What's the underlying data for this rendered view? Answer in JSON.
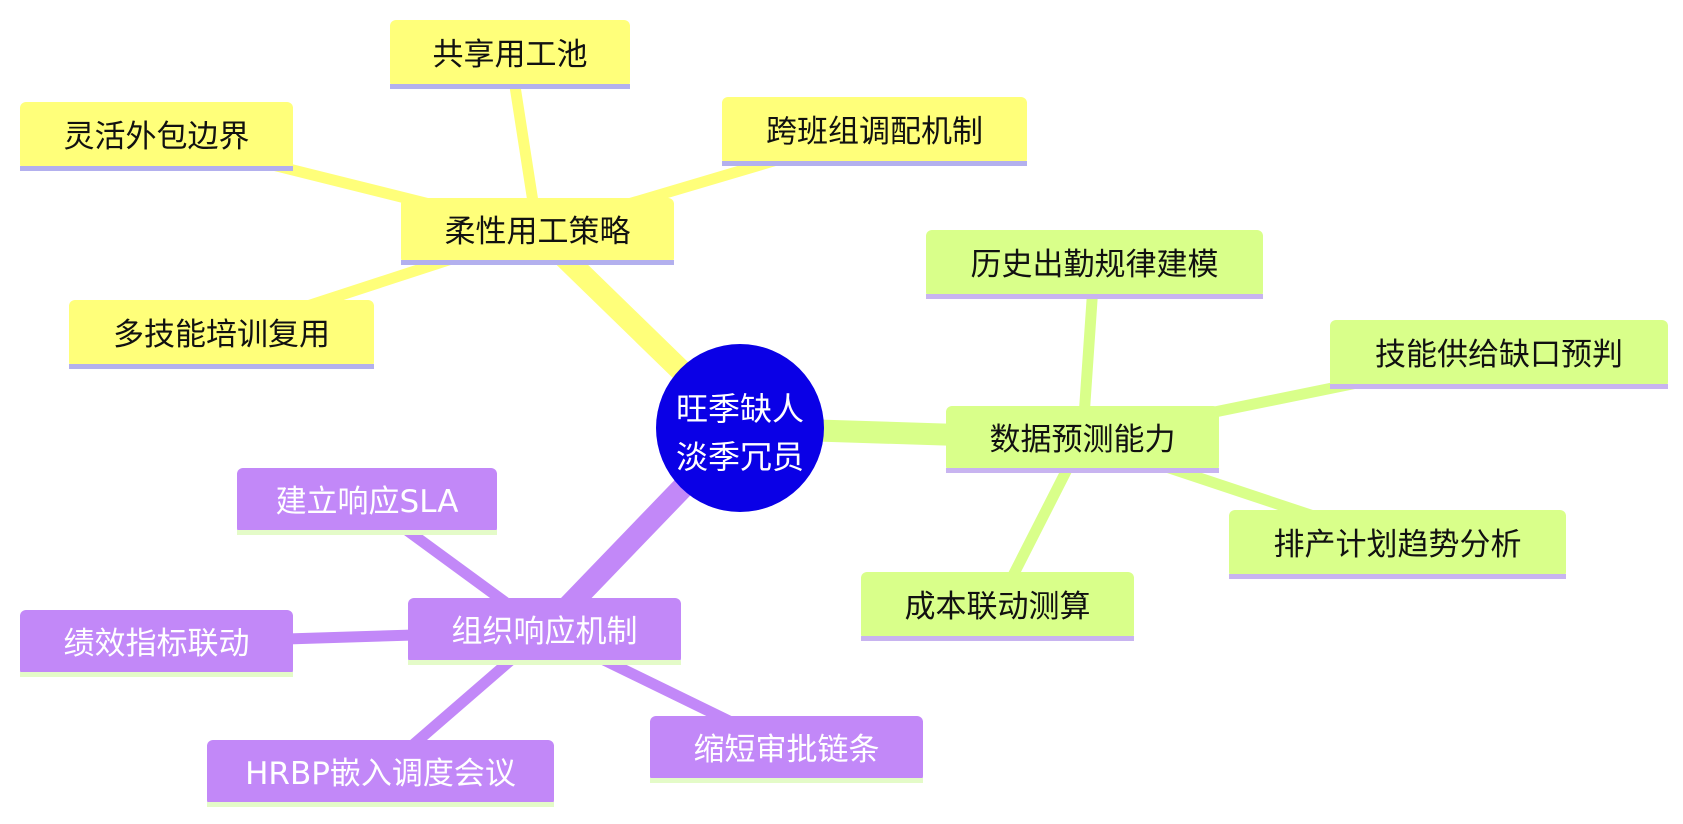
{
  "root": {
    "lines": [
      "旺季缺人",
      "淡季冗员"
    ],
    "color": "#0a00e6",
    "text_color": "#ffffff"
  },
  "branches": [
    {
      "key": "flex",
      "label": "柔性用工策略",
      "color": "#ffff7a",
      "edge_color": "#ffff7a",
      "underline": "#b3b0ee",
      "text_color": "#111111",
      "children": [
        "共享用工池",
        "灵活外包边界",
        "跨班组调配机制",
        "多技能培训复用"
      ]
    },
    {
      "key": "data",
      "label": "数据预测能力",
      "color": "#d9ff8a",
      "edge_color": "#d9ff8a",
      "underline": "#c8b4f0",
      "text_color": "#111111",
      "children": [
        "历史出勤规律建模",
        "技能供给缺口预判",
        "排产计划趋势分析",
        "成本联动测算"
      ]
    },
    {
      "key": "org",
      "label": "组织响应机制",
      "color": "#c288f8",
      "edge_color": "#c288f8",
      "underline": "#e4fbc8",
      "text_color": "#ffffff",
      "children": [
        "建立响应SLA",
        "绩效指标联动",
        "HRBP嵌入调度会议",
        "缩短审批链条"
      ]
    }
  ]
}
